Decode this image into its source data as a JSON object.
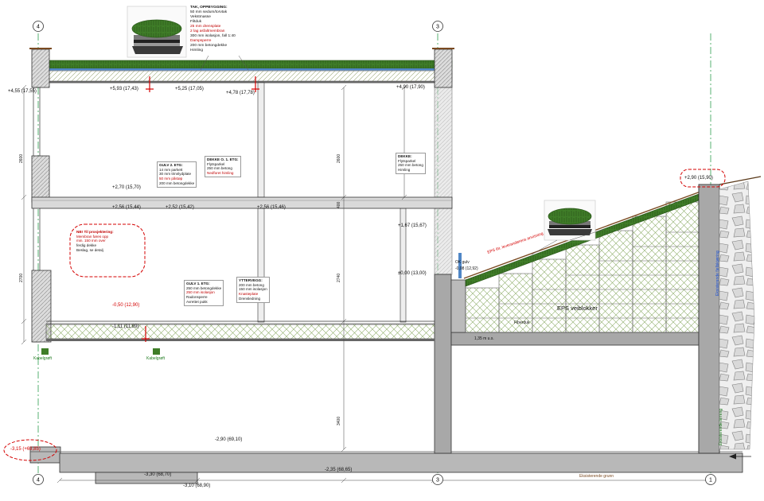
{
  "grid": {
    "top": [
      {
        "label": "4"
      },
      {
        "label": "3"
      }
    ],
    "bottom": [
      {
        "label": "4"
      },
      {
        "label": "3"
      },
      {
        "label": "1"
      }
    ]
  },
  "labels": [
    {
      "text": "+4,55 (17,55)"
    },
    {
      "text": "+5,93 (17,43)"
    },
    {
      "text": "+5,25 (17,05)"
    },
    {
      "text": "+4,78 (17,78)"
    },
    {
      "text": "+4,90 (17,90)"
    },
    {
      "text": "+2,70 (15,70)"
    },
    {
      "text": "+2,56 (15,44)"
    },
    {
      "text": "+2,52 (15,42)"
    },
    {
      "text": "+2,56 (15,46)"
    },
    {
      "text": "+1,67 (15,67)"
    },
    {
      "text": "±0,00 (13,00)"
    },
    {
      "text": "-0,50 (12,90)"
    },
    {
      "text": "-1,11 (11,89)"
    },
    {
      "text": "-3,15 (+69,85)"
    },
    {
      "text": "+2,90 (15,90)"
    },
    {
      "text": "-2,90 (69,10)"
    },
    {
      "text": "-3,30 (68,70)"
    },
    {
      "text": "-3,10 (68,90)"
    },
    {
      "text": "-2,35 (68,65)"
    },
    {
      "text": "-0,08 (12,92)"
    },
    {
      "text": "1,35 m u.s."
    },
    {
      "text": "EPS veiblokker"
    },
    {
      "text": "EPS iht. leverandørens anvisning"
    },
    {
      "text": "Eksisterende fjellskjæring"
    },
    {
      "text": "Eksisterende terreng"
    },
    {
      "text": "Kabelgrøft"
    },
    {
      "text": "Kabelgrøft"
    },
    {
      "text": "Eksisterende grunn"
    },
    {
      "text": "OK gulv"
    },
    {
      "text": "2600"
    },
    {
      "text": "2740"
    },
    {
      "text": "3400"
    },
    {
      "text": "2600"
    },
    {
      "text": "2700"
    },
    {
      "text": "2600"
    },
    {
      "text": "400"
    },
    {
      "text": "Fiberduk"
    }
  ],
  "legend": {
    "lines": [
      {
        "t": "TAK, OPPBYGGING:",
        "b": 1
      },
      {
        "t": "50 mm sedum/torvtak"
      },
      {
        "t": "Vekstmasse"
      },
      {
        "t": "Filtduk"
      },
      {
        "t": "25 mm drensplate",
        "r": 1
      },
      {
        "t": "2 lag asfaltmembran",
        "r": 1
      },
      {
        "t": "300 mm isolasjon, fall 1:40"
      },
      {
        "t": "Dampsperre",
        "r": 1
      },
      {
        "t": "200 mm betongdekke"
      },
      {
        "t": "Himling"
      }
    ]
  },
  "blockA": {
    "lines": [
      {
        "t": "GULV 2. ETG:",
        "b": 1
      },
      {
        "t": "14 mm parkett"
      },
      {
        "t": "30 mm trinnlydplate"
      },
      {
        "t": "50 mm påstøp",
        "r": 1
      },
      {
        "t": "200 mm betongdekke"
      }
    ]
  },
  "blockB": {
    "lines": [
      {
        "t": "DEKKE O. 1. ETG:",
        "b": 1
      },
      {
        "t": "Flytsparkel"
      },
      {
        "t": "250 mm betong"
      },
      {
        "t": "Nedforet himling",
        "r": 1
      }
    ]
  },
  "blockC": {
    "lines": [
      {
        "t": "NB! Til prosjektering:",
        "b": 1,
        "r": 1
      },
      {
        "t": "Membran føres opp",
        "r": 1
      },
      {
        "t": "min. 150 mm over",
        "r": 1
      },
      {
        "t": "ferdig dekke"
      },
      {
        "t": "Beslag, se detalj"
      }
    ]
  },
  "blockD": {
    "lines": [
      {
        "t": "GULV 1. ETG:",
        "b": 1
      },
      {
        "t": "250 mm betongdekke"
      },
      {
        "t": "250 mm isolasjon",
        "r": 1
      },
      {
        "t": "Radonsperre"
      },
      {
        "t": "Avrettet pukk"
      }
    ]
  },
  "blockE": {
    "lines": [
      {
        "t": "YTTERVEGG:",
        "b": 1
      },
      {
        "t": "200 mm betong"
      },
      {
        "t": "150 mm isolasjon"
      },
      {
        "t": "Knasteplate",
        "r": 1
      },
      {
        "t": "Drensledning"
      }
    ]
  },
  "blockG": {
    "lines": [
      {
        "t": "DEKKE:",
        "b": 1
      },
      {
        "t": "Flytsparkel"
      },
      {
        "t": "250 mm betong"
      },
      {
        "t": "Himling"
      }
    ]
  },
  "colors": {
    "grid_green": "#2e9e4f",
    "callout_red": "#d40000",
    "grass_green": "#3f7d28",
    "concrete_grey": "#a8a8a8"
  }
}
